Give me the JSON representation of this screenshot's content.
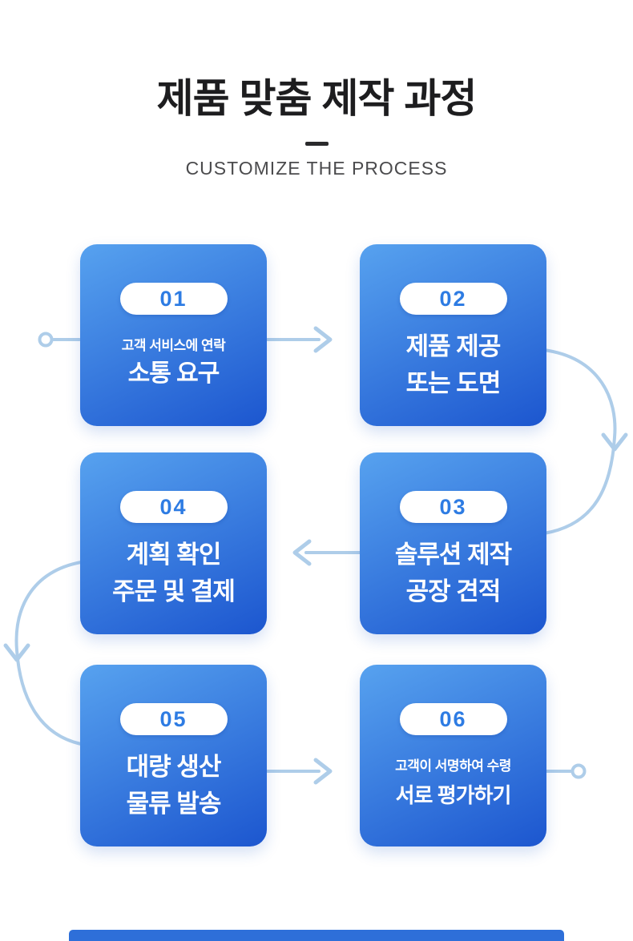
{
  "header": {
    "title": "제품 맞춤 제작 과정",
    "subtitle": "CUSTOMIZE THE PROCESS"
  },
  "cards": [
    {
      "number": "01",
      "sub": "고객 서비스에 연락",
      "line1": "소통 요구",
      "line2": ""
    },
    {
      "number": "02",
      "sub": "",
      "line1": "제품 제공",
      "line2": "또는 도면"
    },
    {
      "number": "04",
      "sub": "",
      "line1": "계획 확인",
      "line2": "주문 및 결제"
    },
    {
      "number": "03",
      "sub": "",
      "line1": "솔루션 제작",
      "line2": "공장 견적"
    },
    {
      "number": "05",
      "sub": "",
      "line1": "대량 생산",
      "line2": "물류 발송"
    },
    {
      "number": "06",
      "sub": "고객이 서명하여 수령",
      "line1": "서로 평가하기",
      "line2": ""
    }
  ],
  "colors": {
    "card_grad_start": "#57a2ef",
    "card_grad_end": "#1c56cf",
    "badge_number": "#2e7ce3",
    "arrow": "#aecde9",
    "bottom_bar": "#2e6fd9",
    "title_text": "#1d1d1f",
    "subtitle_text": "#4b4b4d"
  }
}
